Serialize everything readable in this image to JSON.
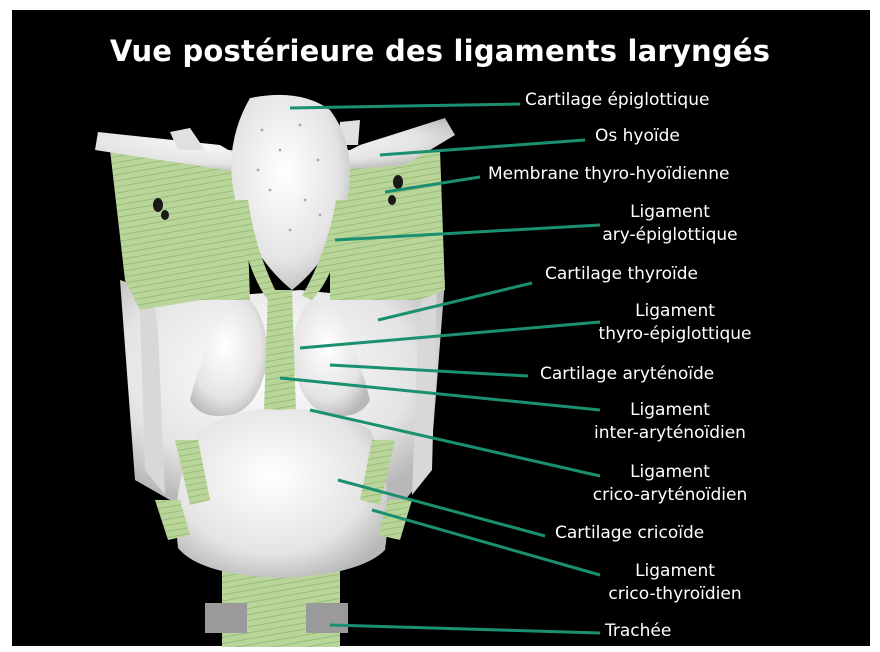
{
  "title": "Vue postérieure des ligaments laryngés",
  "colors": {
    "background": "#000000",
    "cartilage": "#ebebeb",
    "ligament": "#b9d59a",
    "leader_line": "#1a9070",
    "text": "#ffffff"
  },
  "labels": {
    "epiglottis": "Cartilage épiglottique",
    "hyoid": "Os hyoïde",
    "thyrohyoid_membrane": "Membrane thyro-hyoïdienne",
    "aryepiglottic_1": "Ligament",
    "aryepiglottic_2": "ary-épiglottique",
    "thyroid": "Cartilage thyroïde",
    "thyroepiglottic_1": "Ligament",
    "thyroepiglottic_2": "thyro-épiglottique",
    "arytenoid": "Cartilage aryténoïde",
    "interarytenoid_1": "Ligament",
    "interarytenoid_2": "inter-aryténoïdien",
    "cricoarytenoid_1": "Ligament",
    "cricoarytenoid_2": "crico-aryténoïdien",
    "cricoid": "Cartilage cricoïde",
    "cricothyroid_1": "Ligament",
    "cricothyroid_2": "crico-thyroïdien",
    "trachea": "Trachée"
  }
}
